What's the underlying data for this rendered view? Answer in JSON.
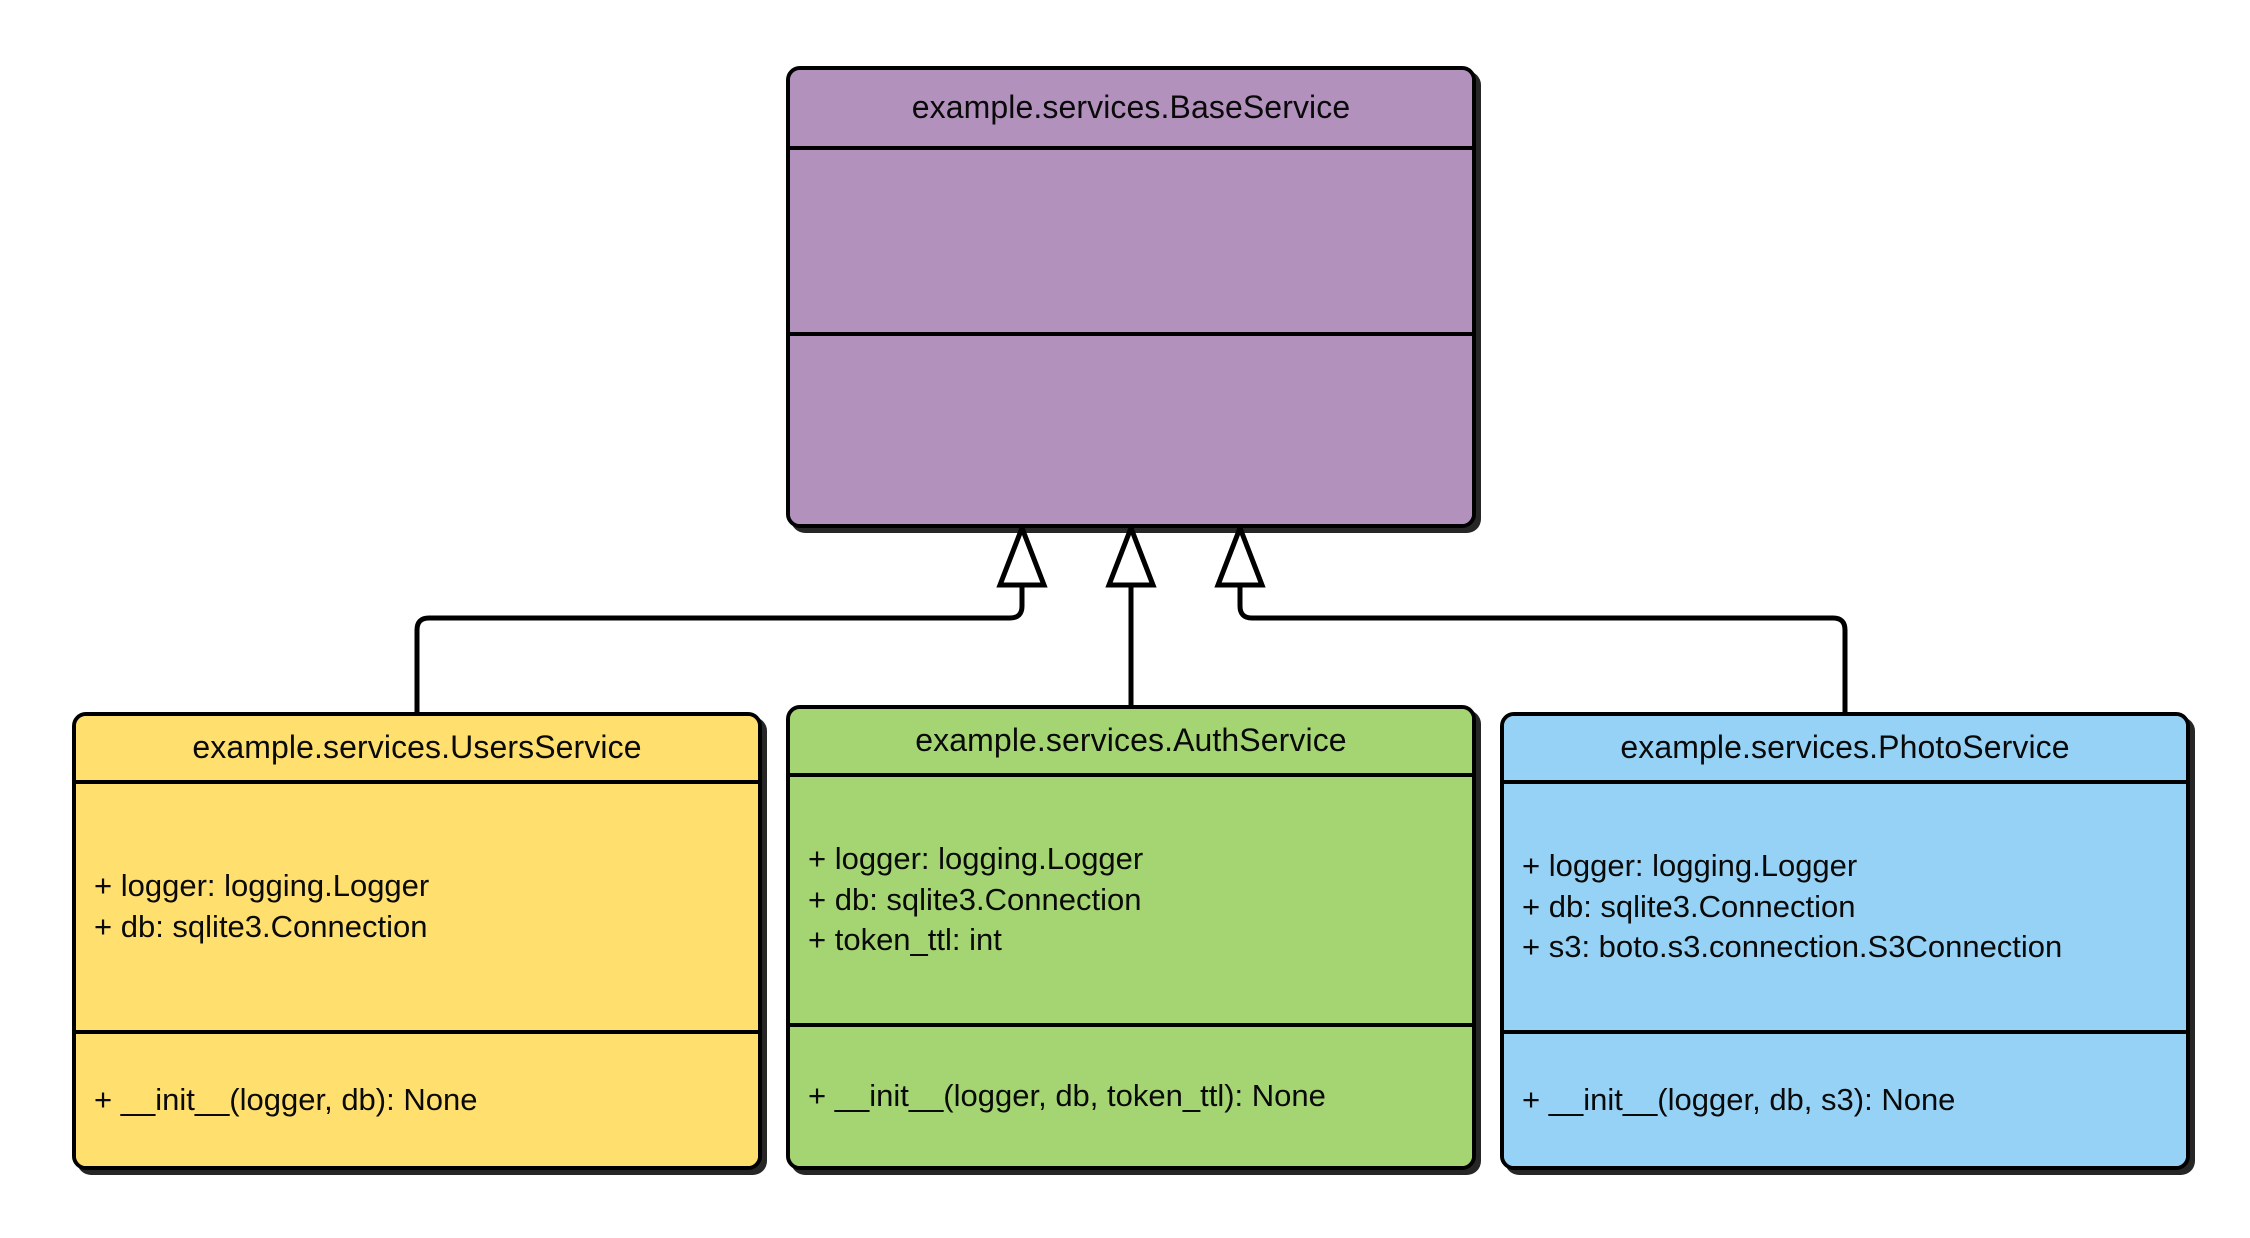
{
  "diagram": {
    "kind": "uml-class-diagram",
    "background": "#ffffff",
    "line_color": "#000000",
    "relationship": "generalization",
    "classes": [
      {
        "id": "base",
        "name": "example.services.BaseService",
        "fill": "#b291bd",
        "attributes": [],
        "methods": []
      },
      {
        "id": "users",
        "name": "example.services.UsersService",
        "fill": "#ffdf6e",
        "attributes": [
          "+ logger: logging.Logger",
          "+ db: sqlite3.Connection"
        ],
        "methods": [
          "+ __init__(logger, db): None"
        ]
      },
      {
        "id": "auth",
        "name": "example.services.AuthService",
        "fill": "#a5d572",
        "attributes": [
          "+ logger: logging.Logger",
          "+ db: sqlite3.Connection",
          "+ token_ttl: int"
        ],
        "methods": [
          "+ __init__(logger, db, token_ttl): None"
        ]
      },
      {
        "id": "photo",
        "name": "example.services.PhotoService",
        "fill": "#96d2f5",
        "attributes": [
          "+ logger: logging.Logger",
          "+ db: sqlite3.Connection",
          "+ s3: boto.s3.connection.S3Connection"
        ],
        "methods": [
          "+ __init__(logger, db, s3): None"
        ]
      }
    ],
    "edges": [
      {
        "from": "users",
        "to": "base",
        "arrow": "hollow-triangle",
        "style": "orthogonal"
      },
      {
        "from": "auth",
        "to": "base",
        "arrow": "hollow-triangle",
        "style": "orthogonal"
      },
      {
        "from": "photo",
        "to": "base",
        "arrow": "hollow-triangle",
        "style": "orthogonal"
      }
    ]
  }
}
